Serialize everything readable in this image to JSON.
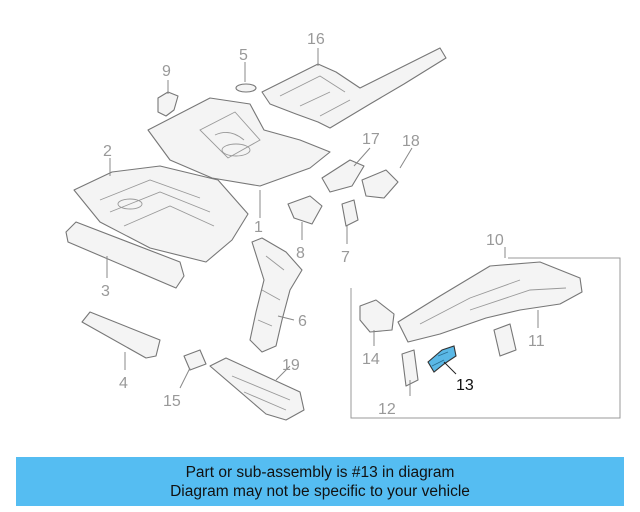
{
  "callouts": [
    {
      "id": "1",
      "text": "1",
      "highlight": false
    },
    {
      "id": "2",
      "text": "2",
      "highlight": false
    },
    {
      "id": "3",
      "text": "3",
      "highlight": false
    },
    {
      "id": "4",
      "text": "4",
      "highlight": false
    },
    {
      "id": "5",
      "text": "5",
      "highlight": false
    },
    {
      "id": "6",
      "text": "6",
      "highlight": false
    },
    {
      "id": "7",
      "text": "7",
      "highlight": false
    },
    {
      "id": "8",
      "text": "8",
      "highlight": false
    },
    {
      "id": "9",
      "text": "9",
      "highlight": false
    },
    {
      "id": "10",
      "text": "10",
      "highlight": false
    },
    {
      "id": "11",
      "text": "11",
      "highlight": false
    },
    {
      "id": "12",
      "text": "12",
      "highlight": false
    },
    {
      "id": "13",
      "text": "13",
      "highlight": true
    },
    {
      "id": "14",
      "text": "14",
      "highlight": false
    },
    {
      "id": "15",
      "text": "15",
      "highlight": false
    },
    {
      "id": "16",
      "text": "16",
      "highlight": false
    },
    {
      "id": "17",
      "text": "17",
      "highlight": false
    },
    {
      "id": "18",
      "text": "18",
      "highlight": false
    },
    {
      "id": "19",
      "text": "19",
      "highlight": false
    }
  ],
  "highlight_part": "13",
  "colors": {
    "highlight_fill": "#5ab8e6",
    "banner_bg": "#55bdf2",
    "callout_text": "#999999",
    "highlight_text": "#111111"
  },
  "banner": {
    "line1": "Part or sub-assembly is #13 in diagram",
    "line2": "Diagram may not be specific to your vehicle"
  }
}
